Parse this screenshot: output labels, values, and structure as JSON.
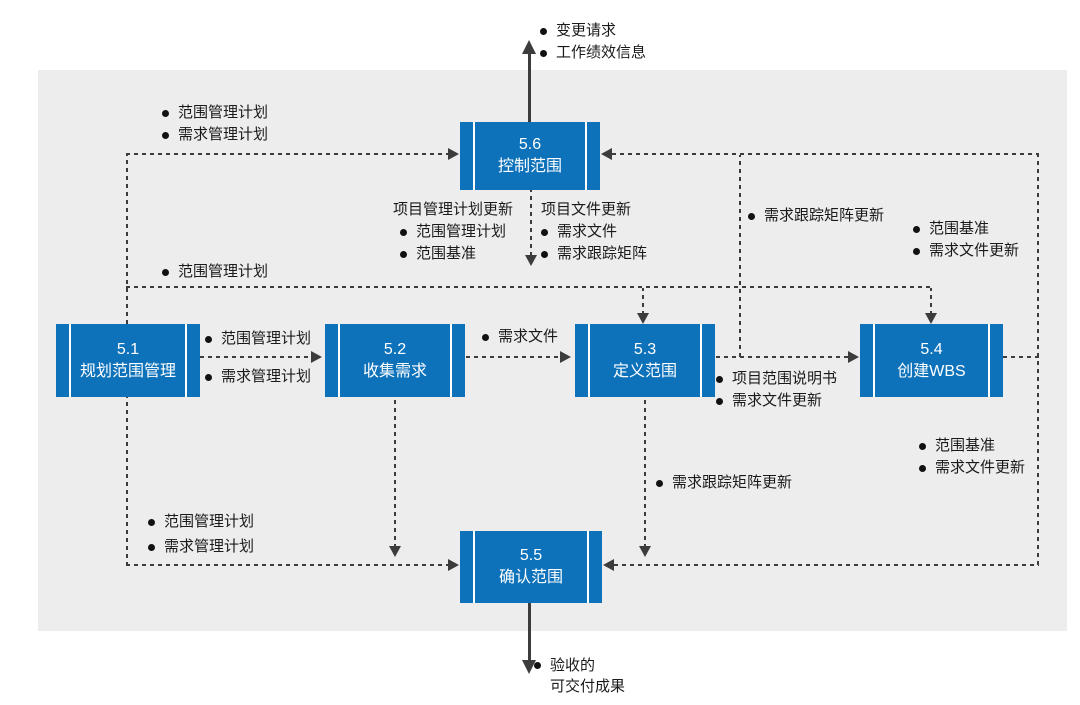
{
  "diagram": {
    "title_semantic": "项目范围管理过程数据流图",
    "colors": {
      "box_blue": "#0e72bb",
      "bg_gray": "#ededed",
      "line_dark": "#3c3c3c",
      "text": "#1a1a1a"
    },
    "boxes": {
      "b51": {
        "code": "5.1",
        "name": "规划范围管理"
      },
      "b52": {
        "code": "5.2",
        "name": "收集需求"
      },
      "b53": {
        "code": "5.3",
        "name": "定义范围"
      },
      "b54": {
        "code": "5.4",
        "name": "创建WBS"
      },
      "b55": {
        "code": "5.5",
        "name": "确认范围"
      },
      "b56": {
        "code": "5.6",
        "name": "控制范围"
      }
    },
    "labels": {
      "top_output": [
        "变更请求",
        "工作绩效信息"
      ],
      "from_51_to_56": [
        "范围管理计划",
        "需求管理计划"
      ],
      "from_51_mid": [
        "范围管理计划"
      ],
      "pm_plan_updates": {
        "title": "项目管理计划更新",
        "items": [
          "范围管理计划",
          "范围基准"
        ]
      },
      "doc_updates": {
        "title": "项目文件更新",
        "items": [
          "需求文件",
          "需求跟踪矩阵"
        ]
      },
      "matrix_update_to_56": [
        "需求跟踪矩阵更新"
      ],
      "from_54_to_56": [
        "范围基准",
        "需求文件更新"
      ],
      "from_51_to_52": [
        "范围管理计划",
        "需求管理计划"
      ],
      "from_52_to_53": [
        "需求文件"
      ],
      "from_53_to_54": [
        "项目范围说明书",
        "需求文件更新"
      ],
      "from_54_to_55": [
        "范围基准",
        "需求文件更新"
      ],
      "matrix_update_to_55": [
        "需求跟踪矩阵更新"
      ],
      "from_51_to_55": [
        "范围管理计划",
        "需求管理计划"
      ],
      "bottom_output": [
        "验收的",
        "可交付成果"
      ]
    }
  }
}
